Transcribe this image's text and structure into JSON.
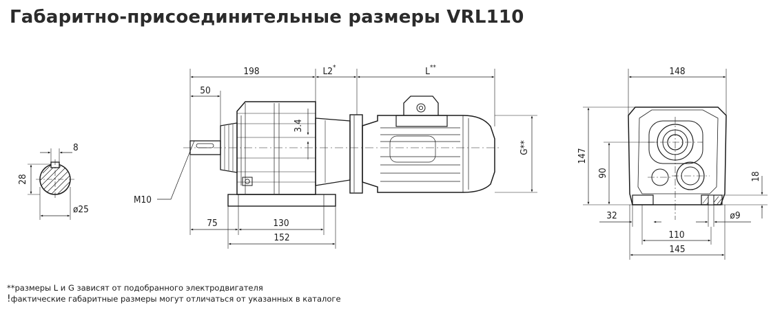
{
  "title": "Габаритно-присоединительные размеры VRL110",
  "dimensions": {
    "len_198": "198",
    "len_50": "50",
    "len_L2": "L2",
    "len_L": "L",
    "star1": "*",
    "star2": "**",
    "shaft_3_4": "3.4",
    "key_8": "8",
    "key_28": "28",
    "dia_25": "ø25",
    "thread_m10": "M10",
    "base_75": "75",
    "base_130": "130",
    "base_152": "152",
    "g_label": "G",
    "g_star": "**",
    "side_148": "148",
    "side_147": "147",
    "side_90": "90",
    "side_18": "18",
    "side_32": "32",
    "side_110": "110",
    "side_145": "145",
    "hole_dia_9": "ø9"
  },
  "notes": {
    "note1_marker": "**",
    "note1_text": "размеры L и G зависят от подобранного электродвигателя",
    "note2_marker": "!",
    "note2_text": "фактические габаритные размеры могут отличаться от указанных в каталоге"
  }
}
